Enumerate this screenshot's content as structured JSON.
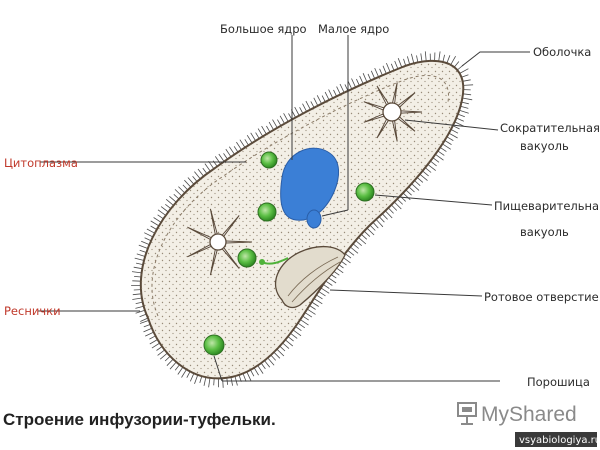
{
  "diagram": {
    "labels": {
      "large_nucleus": "Большое ядро",
      "small_nucleus": "Малое ядро",
      "membrane": "Оболочка",
      "contractile_vacuole_1": "Сократительная",
      "contractile_vacuole_2": "вакуоль",
      "cytoplasm": "Цитоплазма",
      "digestive_vacuole_1": "Пищеварительная",
      "digestive_vacuole_2": "вакуоль",
      "oral_opening": "Ротовое отверстие",
      "cilia": "Реснички",
      "anal_pore": "Порошица"
    },
    "caption": "Строение инфузории-туфельки.",
    "colors": {
      "nucleus": "#3b7fd6",
      "digestive_vacuole": "#4fb23a",
      "cell_fill": "#f3efe6",
      "outline": "#5a4a3a",
      "red_label": "#c0392b"
    }
  },
  "watermark": {
    "brand": "MyShared",
    "icon": "presentation-board-icon",
    "source": "vsyabiologiya.ru"
  }
}
